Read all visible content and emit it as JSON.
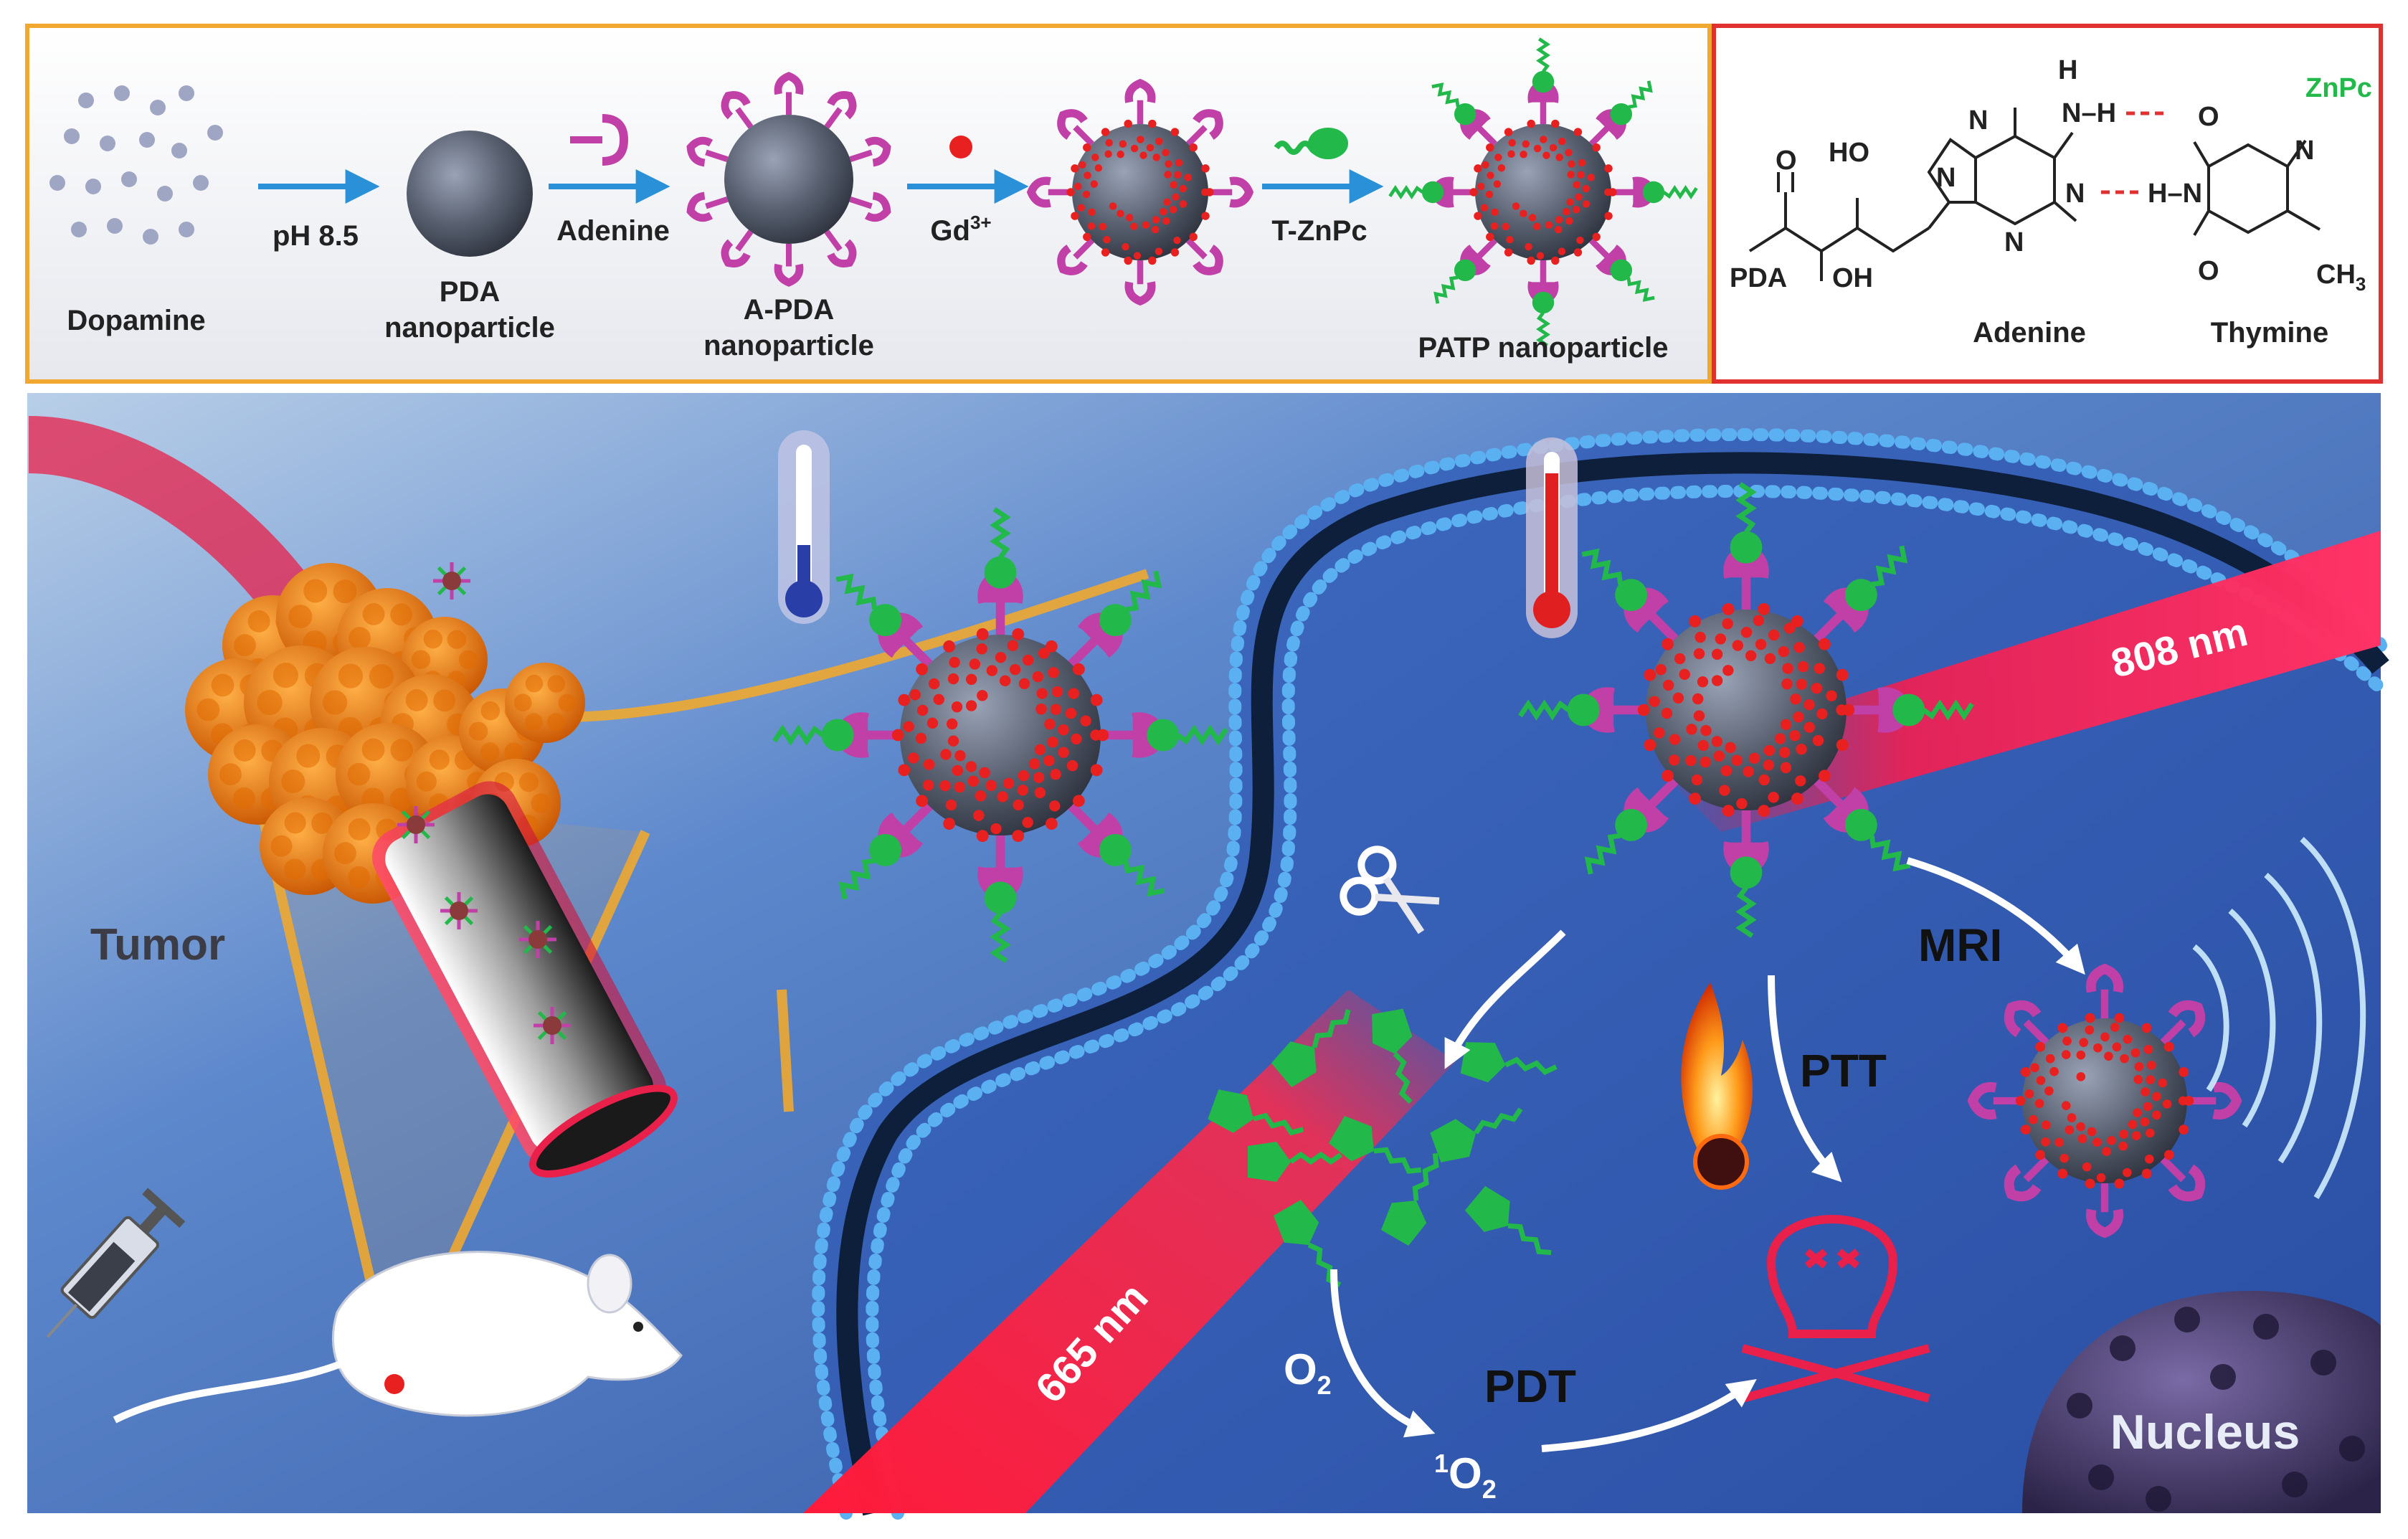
{
  "synthesis": {
    "dopamine": "Dopamine",
    "step1": "pH 8.5",
    "pda_line1": "PDA",
    "pda_line2": "nanoparticle",
    "step2": "Adenine",
    "apda_line1": "A-PDA",
    "apda_line2": "nanoparticle",
    "step3_base": "Gd",
    "step3_sup": "3+",
    "step4": "T-ZnPc",
    "patp": "PATP nanoparticle"
  },
  "structure": {
    "pda": "PDA",
    "ho": "HO",
    "oh": "OH",
    "o_ketone": "O",
    "n_atom": "N",
    "h_atom": "H",
    "nh_h": "N–H",
    "h_n": "H–N",
    "o_atom": "O",
    "ch3_base": "CH",
    "ch3_sub": "3",
    "znpc": "ZnPc",
    "adenine": "Adenine",
    "thymine": "Thymine"
  },
  "scene": {
    "tumor": "Tumor",
    "laser_808": "808 nm",
    "laser_665": "665 nm",
    "mri": "MRI",
    "ptt": "PTT",
    "pdt": "PDT",
    "o2_base": "O",
    "o2_sub": "2",
    "singlet_sup": "1",
    "singlet_base": "O",
    "singlet_sub": "2",
    "nucleus": "Nucleus"
  },
  "colors": {
    "synthesis_border": "#f0a830",
    "structure_border": "#e03030",
    "cell_background": "#3a63b8",
    "membrane": "#5ab0f0",
    "nanoparticle_core": "#5a6272",
    "gd_dot": "#e82020",
    "adenine_ligand": "#c040a8",
    "znpc_green": "#22b84a",
    "laser_red": "#ff1a4a",
    "tumor_orange": "#f07a10",
    "nucleus_purple": "#4a3a70"
  }
}
